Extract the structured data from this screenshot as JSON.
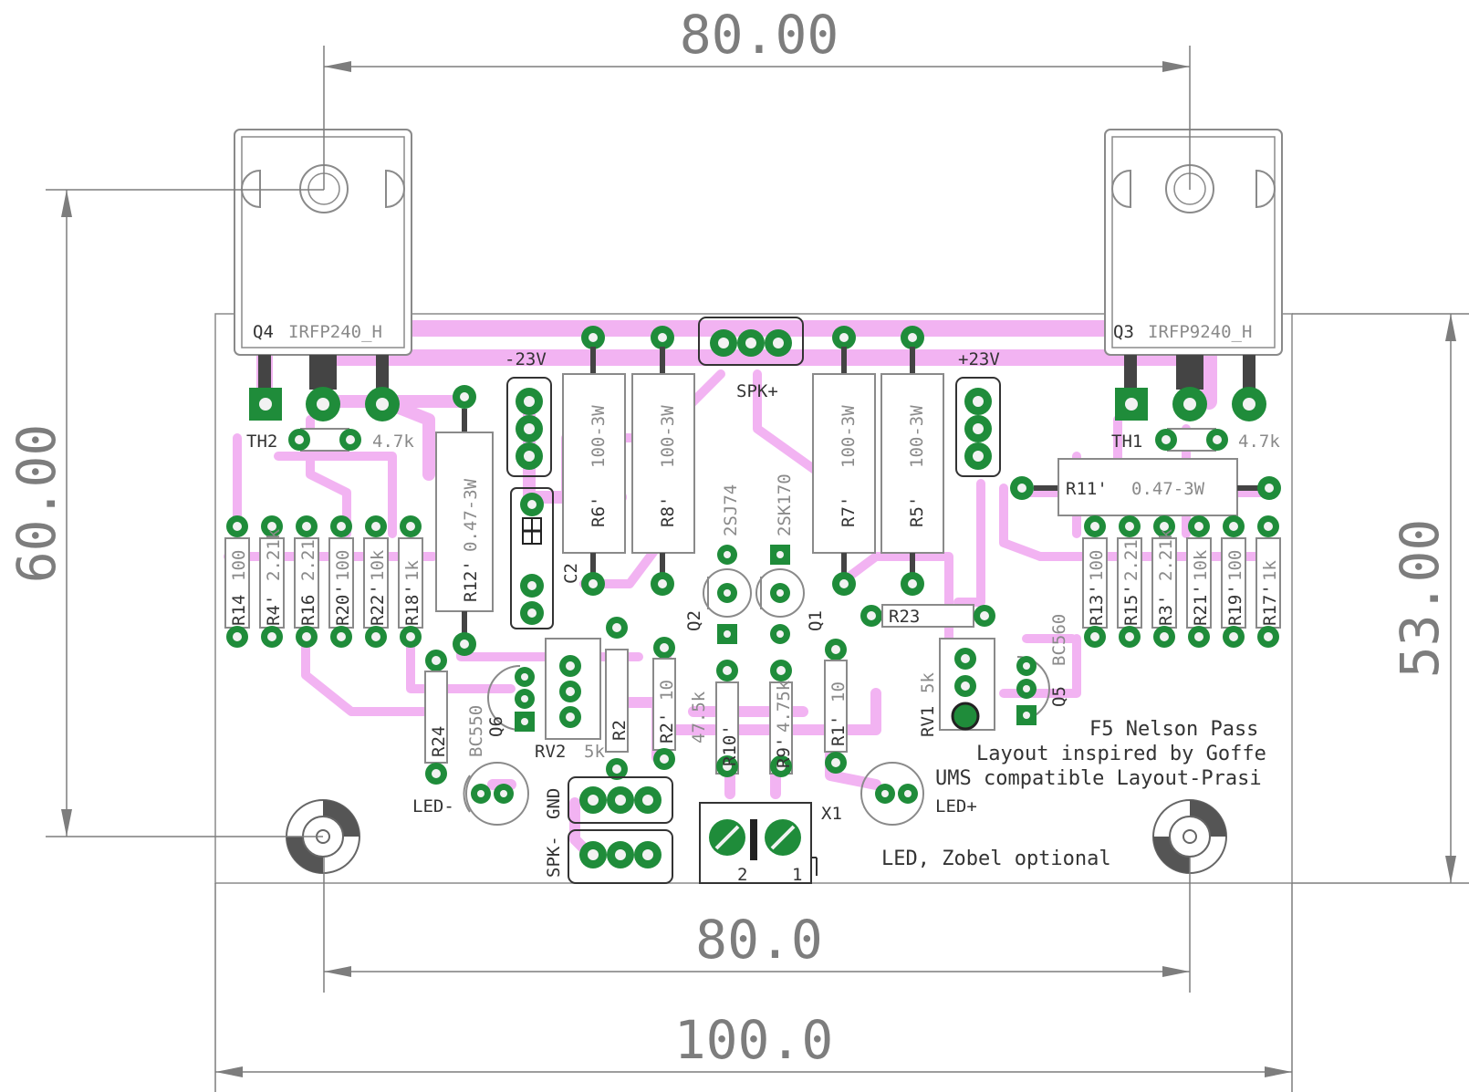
{
  "dimensions": {
    "top_width": "80.00",
    "left_height": "60.00",
    "right_height": "53.00",
    "bottom_inner": "80.0",
    "bottom_outer": "100.0"
  },
  "transistors": {
    "q4": {
      "ref": "Q4",
      "part": "IRFP240_H"
    },
    "q3": {
      "ref": "Q3",
      "part": "IRFP9240_H"
    },
    "q1": {
      "ref": "Q1",
      "part": "2SK170"
    },
    "q2": {
      "ref": "Q2",
      "part": "2SJ74"
    },
    "q5": {
      "ref": "Q5",
      "part": "BC560"
    },
    "q6": {
      "ref": "Q6",
      "part": "BC550"
    }
  },
  "thermistors": {
    "th2": {
      "ref": "TH2",
      "value": "4.7k"
    },
    "th1": {
      "ref": "TH1",
      "value": "4.7k"
    }
  },
  "connectors": {
    "neg_rail": "-23V",
    "pos_rail": "+23V",
    "spk_plus": "SPK+",
    "spk_minus": "SPK-",
    "gnd": "GND",
    "x1": "X1",
    "x1_pin2": "2",
    "x1_pin1": "1"
  },
  "power_resistors": [
    {
      "ref": "R6'",
      "value": "100-3W"
    },
    {
      "ref": "R8'",
      "value": "100-3W"
    },
    {
      "ref": "R7'",
      "value": "100-3W"
    },
    {
      "ref": "R5'",
      "value": "100-3W"
    }
  ],
  "emitter_resistors": {
    "r12": {
      "ref": "R12'",
      "value": "0.47-3W"
    },
    "r11": {
      "ref": "R11'",
      "value": "0.47-3W"
    }
  },
  "left_resistors": [
    {
      "ref": "R14",
      "value": "100"
    },
    {
      "ref": "R4'",
      "value": "2.21k"
    },
    {
      "ref": "R16",
      "value": "2.21"
    },
    {
      "ref": "R20'",
      "value": "100"
    },
    {
      "ref": "R22'",
      "value": "10k"
    },
    {
      "ref": "R18'",
      "value": "1k"
    }
  ],
  "right_resistors": [
    {
      "ref": "R13'",
      "value": "100"
    },
    {
      "ref": "R15'",
      "value": "2.21"
    },
    {
      "ref": "R3'",
      "value": "2.21k"
    },
    {
      "ref": "R21'",
      "value": "10k"
    },
    {
      "ref": "R19'",
      "value": "100"
    },
    {
      "ref": "R17'",
      "value": "1k"
    }
  ],
  "small_parts": {
    "c2": "C2",
    "r23": "R23",
    "r24": "R24",
    "r2": "R2",
    "r2p": {
      "ref": "R2'",
      "value": "10"
    },
    "r1p": {
      "ref": "R1'",
      "value": "10"
    },
    "r10p": {
      "ref": "R10'",
      "value": "47.5k"
    },
    "r9p": {
      "ref": "R9'",
      "value": "4.75k"
    },
    "rv1": {
      "ref": "RV1",
      "value": "5k"
    },
    "rv2": {
      "ref": "RV2",
      "value": "5k"
    },
    "led_minus": "LED-",
    "led_plus": "LED+"
  },
  "notes": [
    "F5 Nelson Pass",
    "Layout inspired by Goffe",
    "UMS compatible Layout-Prasi",
    "LED, Zobel optional"
  ],
  "colors": {
    "trace": "#f2b3f2",
    "pad": "#1f8c3a",
    "dimension": "#7d7d7d"
  }
}
